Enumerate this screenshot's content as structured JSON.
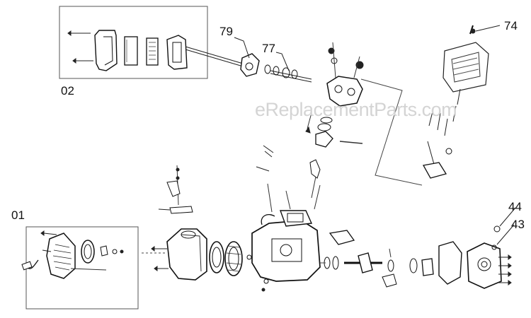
{
  "callouts": {
    "box_02": "02",
    "box_01": "01",
    "part_79": "79",
    "part_77": "77",
    "part_74": "74",
    "part_44": "44",
    "part_43": "43"
  },
  "watermark": "eReplacementParts.com"
}
